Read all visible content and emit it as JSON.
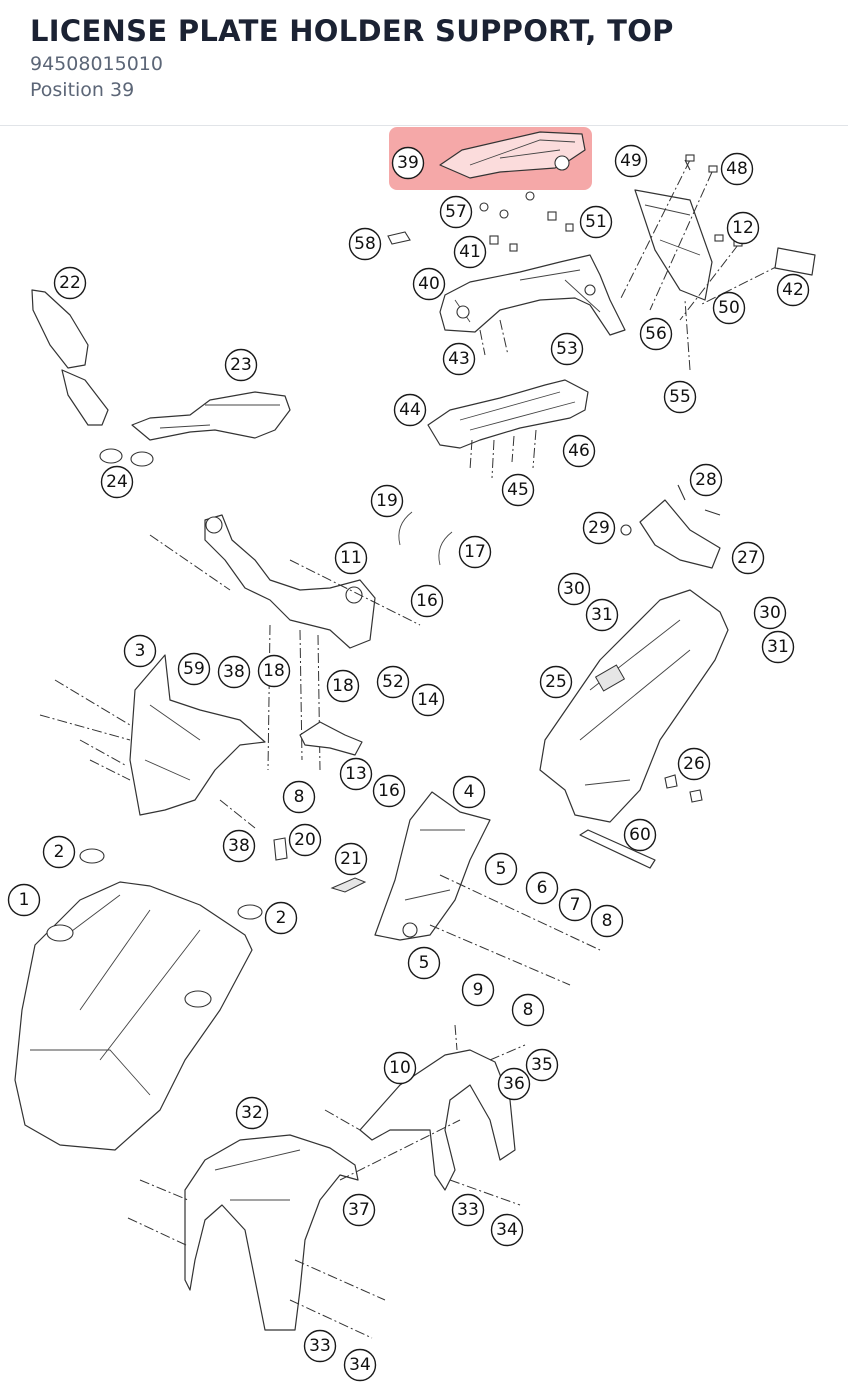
{
  "header": {
    "title": "LICENSE PLATE HOLDER SUPPORT, TOP",
    "part_number": "94508015010",
    "position_label": "Position 39"
  },
  "highlight": {
    "position": "39",
    "color": "#f28b8b"
  },
  "callouts": [
    "39",
    "49",
    "48",
    "57",
    "51",
    "12",
    "58",
    "41",
    "40",
    "42",
    "50",
    "22",
    "56",
    "43",
    "53",
    "23",
    "55",
    "44",
    "46",
    "24",
    "45",
    "28",
    "19",
    "29",
    "27",
    "11",
    "17",
    "16",
    "30",
    "31",
    "30",
    "31",
    "3",
    "59",
    "38",
    "18",
    "52",
    "25",
    "18",
    "14",
    "13",
    "26",
    "8",
    "16",
    "4",
    "38",
    "20",
    "60",
    "2",
    "21",
    "5",
    "6",
    "7",
    "1",
    "2",
    "8",
    "5",
    "9",
    "8",
    "10",
    "35",
    "36",
    "32",
    "37",
    "33",
    "34",
    "33",
    "34"
  ]
}
